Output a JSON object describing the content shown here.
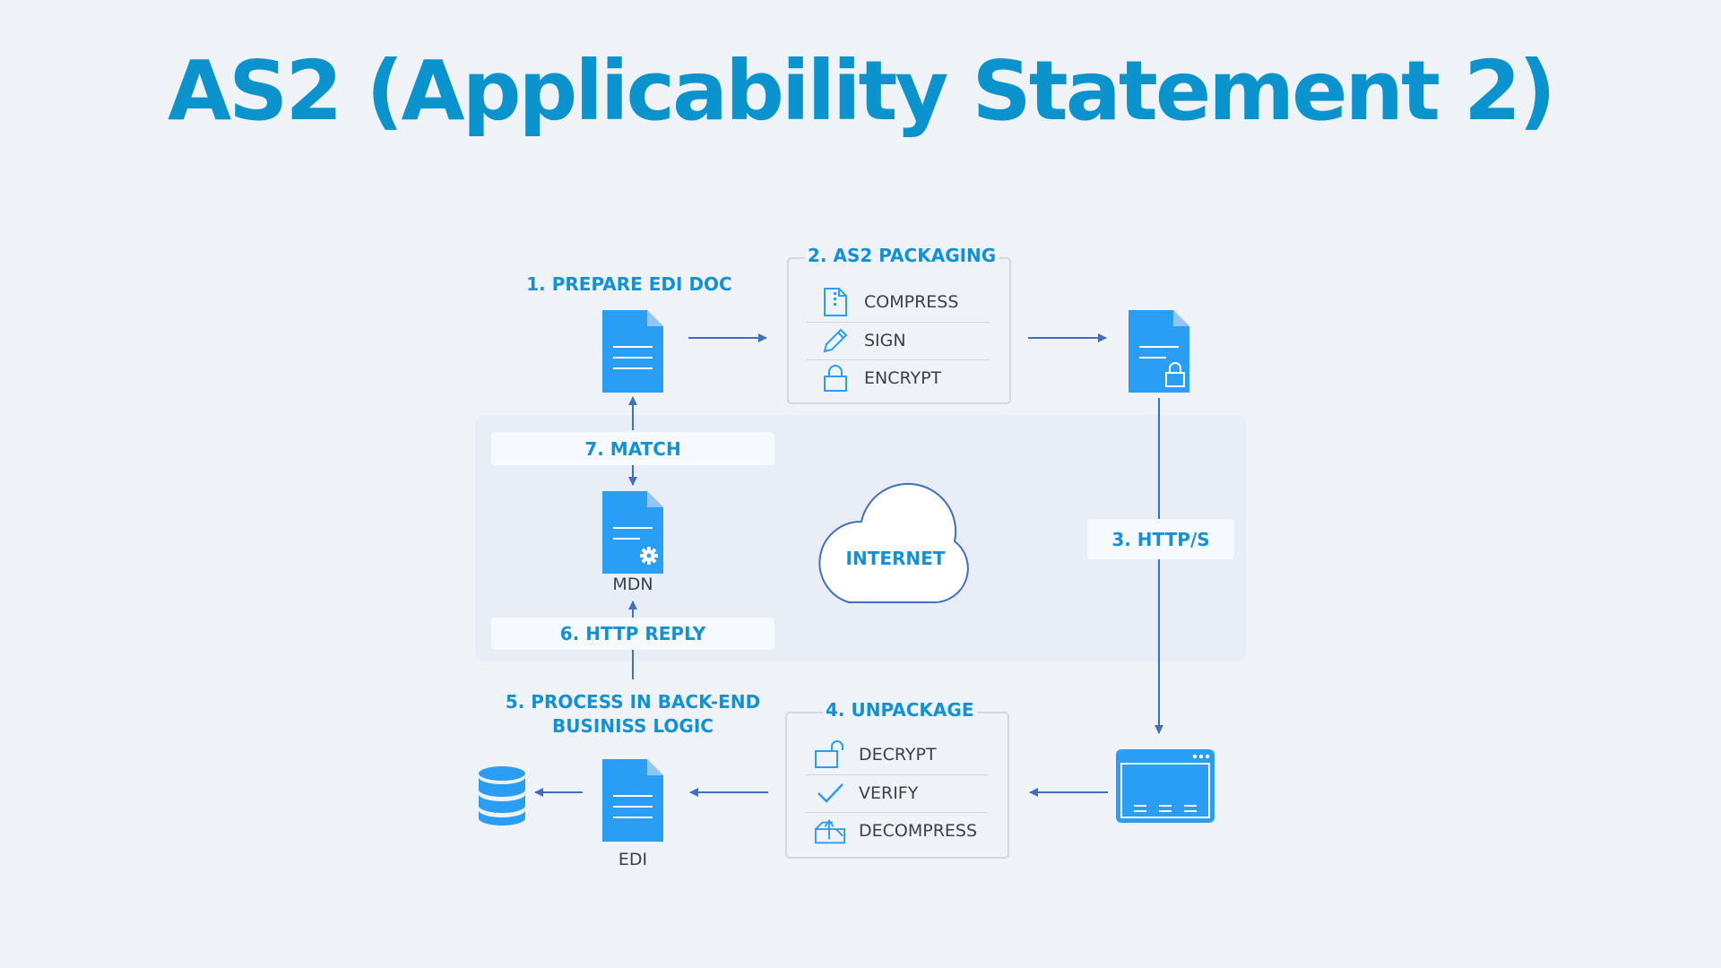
{
  "title": "AS2 (Applicability Statement 2)",
  "steps": {
    "prepare": "1. PREPARE EDI DOC",
    "packaging": {
      "title": "2. AS2  PACKAGING",
      "items": [
        "COMPRESS",
        "SIGN",
        "ENCRYPT"
      ]
    },
    "http": "3. HTTP/S",
    "unpackage": {
      "title": "4. UNPACKAGE",
      "items": [
        "DECRYPT",
        "VERIFY",
        "DECOMPRESS"
      ]
    },
    "process_line1": "5. PROCESS  IN  BACK-END",
    "process_line2": "BUSINISS LOGIC",
    "http_reply": "6. HTTP REPLY",
    "match": "7. MATCH"
  },
  "captions": {
    "mdn": "MDN",
    "edi": "EDI"
  },
  "cloud_label": "INTERNET",
  "colors": {
    "accent": "#0a93cc",
    "icon": "#2a9df4",
    "arrow": "#3f6fc1",
    "label": "#1291d6"
  }
}
